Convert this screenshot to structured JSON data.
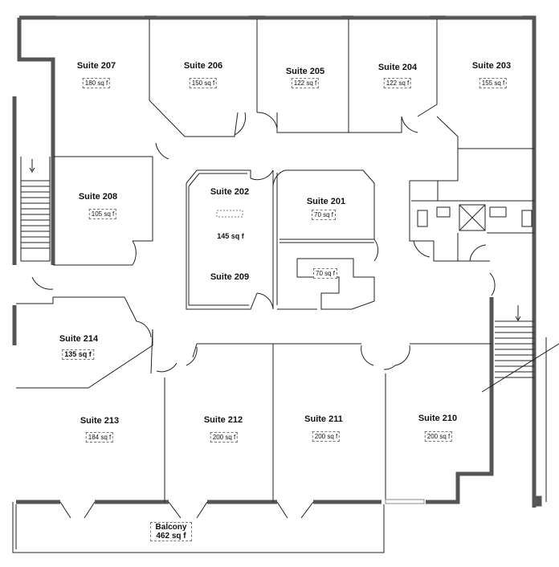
{
  "rooms": {
    "s207": {
      "name": "Suite 207",
      "area": "180 sq f"
    },
    "s206": {
      "name": "Suite 206",
      "area": "150 sq f"
    },
    "s205": {
      "name": "Suite 205",
      "area": "122 sq f"
    },
    "s204": {
      "name": "Suite 204",
      "area": "122 sq f"
    },
    "s203": {
      "name": "Suite 203",
      "area": "155 sq f"
    },
    "s208": {
      "name": "Suite 208",
      "area": "105 sq f"
    },
    "s202": {
      "name": "Suite 202",
      "area": "145 sq f"
    },
    "s209": {
      "name": "Suite 209"
    },
    "s201": {
      "name": "Suite 201",
      "area": "70 sq f"
    },
    "s201b": {
      "area": "70 sq f"
    },
    "s214": {
      "name": "Suite 214",
      "area": "135 sq f"
    },
    "s213": {
      "name": "Suite 213",
      "area": "184 sq f"
    },
    "s212": {
      "name": "Suite 212",
      "area": "200 sq f"
    },
    "s211": {
      "name": "Suite 211",
      "area": "200 sq f"
    },
    "s210": {
      "name": "Suite 210",
      "area": "200 sq f"
    },
    "balcony": {
      "name": "Balcony",
      "area": "462 sq f"
    }
  },
  "colors": {
    "wall": "#555555",
    "line": "#222222",
    "text": "#111111"
  }
}
